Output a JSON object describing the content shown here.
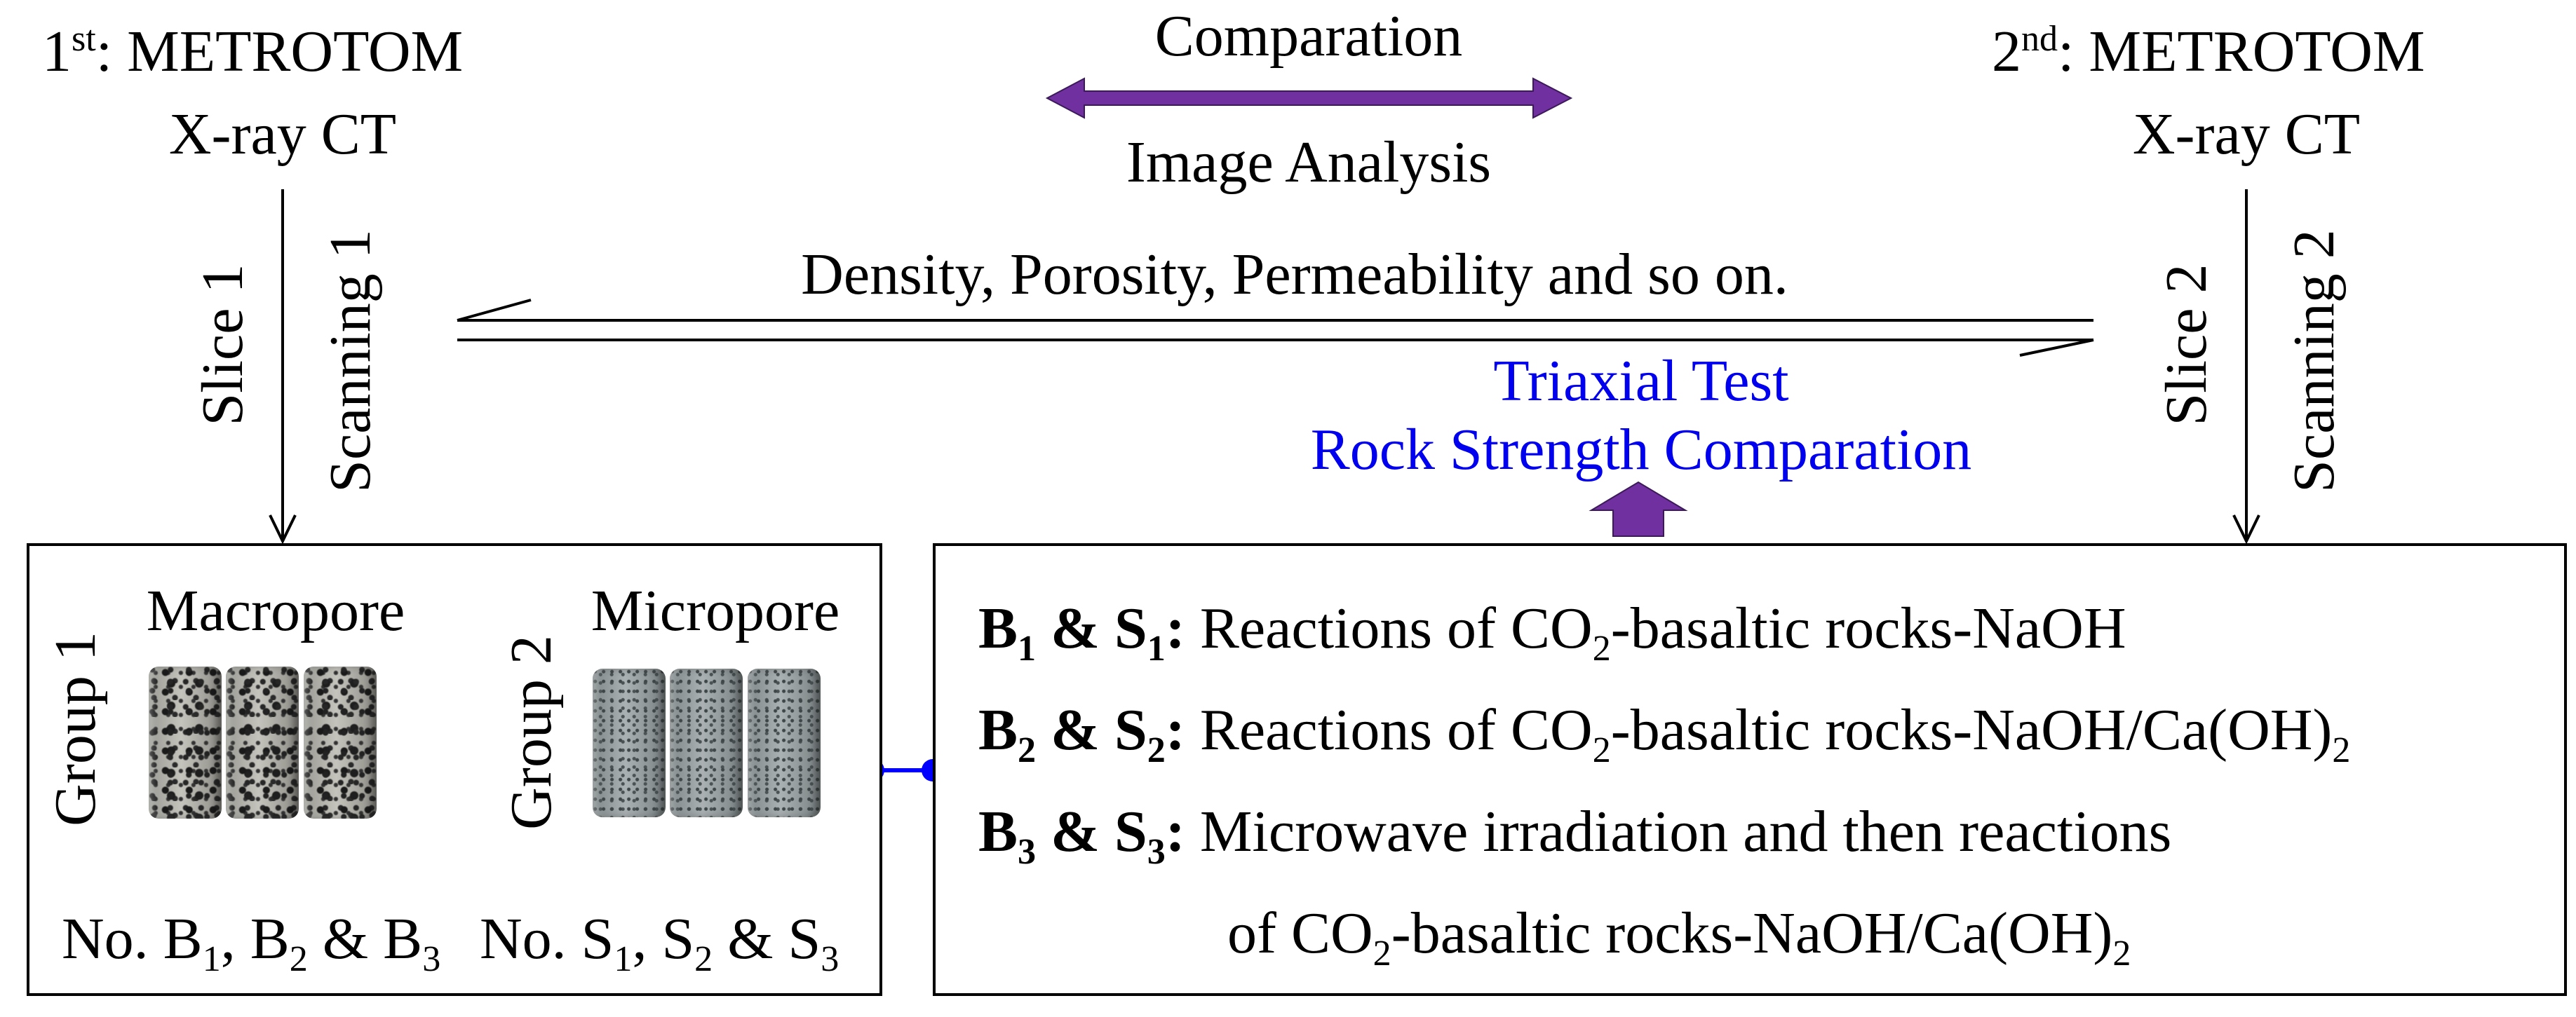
{
  "top_left": {
    "title_ordinal": "1",
    "title_sup": "st",
    "title_rest": ": METROTOM",
    "subtitle": "X-ray CT",
    "slice_label": "Slice 1",
    "scan_label": "Scanning 1"
  },
  "top_right": {
    "title_ordinal": "2",
    "title_sup": "nd",
    "title_rest": ": METROTOM",
    "subtitle": "X-ray CT",
    "slice_label": "Slice 2",
    "scan_label": "Scanning 2"
  },
  "center": {
    "comparation_label": "Comparation",
    "image_analysis_label": "Image Analysis",
    "density_label": "Density, Porosity, Permeability and so on.",
    "triaxial_line1": "Triaxial Test",
    "triaxial_line2": "Rock Strength Comparation"
  },
  "left_box": {
    "group1_label": "Group 1",
    "group1_title": "Macropore",
    "group1_no": "No. B",
    "group1_sep1": ", B",
    "group1_sep2": " & B",
    "group2_label": "Group 2",
    "group2_title": "Micropore",
    "group2_no": "No. S",
    "group2_sep1": ", S",
    "group2_sep2": " & S",
    "sub1": "1",
    "sub2": "2",
    "sub3": "3"
  },
  "right_box": {
    "rows": [
      {
        "b": "B",
        "bsub": "1",
        "amp": " & S",
        "ssub": "1",
        "colon": ":",
        "text_a": " Reactions of CO",
        "co_sub": "2",
        "text_b": "-basaltic rocks-NaOH",
        "tail_sub": ""
      },
      {
        "b": "B",
        "bsub": "2",
        "amp": " & S",
        "ssub": "2",
        "colon": ":",
        "text_a": " Reactions of CO",
        "co_sub": "2",
        "text_b": "-basaltic rocks-NaOH/Ca(OH)",
        "tail_sub": "2"
      },
      {
        "b": "B",
        "bsub": "3",
        "amp": " & S",
        "ssub": "3",
        "colon": ":",
        "text_a": " Microwave irradiation and then reactions",
        "co_sub": "",
        "text_b": "",
        "tail_sub": ""
      }
    ],
    "cont_a": "of CO",
    "cont_sub": "2",
    "cont_b": "-basaltic rocks-NaOH/Ca(OH)",
    "cont_tail_sub": "2"
  },
  "colors": {
    "purple_arrow": "#7030a0",
    "connector": "#0000ff",
    "blue_text": "#0000ee"
  }
}
